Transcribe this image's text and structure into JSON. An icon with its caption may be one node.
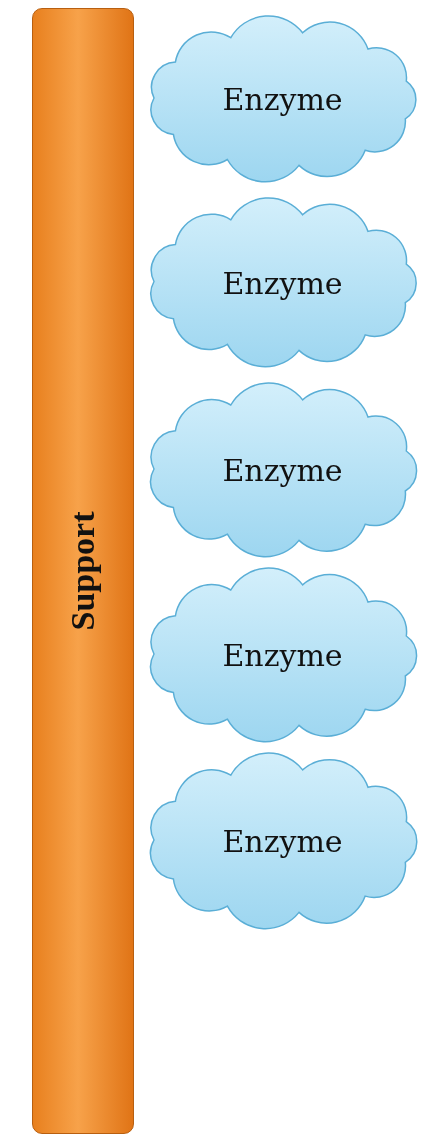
{
  "diagram": {
    "nodes": [
      {
        "text": [
          "Support"
        ]
      },
      {
        "text": [
          "Enzyme"
        ]
      },
      {
        "text": [
          "Enzyme"
        ]
      },
      {
        "text": [
          "Enzyme"
        ]
      },
      {
        "text": [
          "Enzyme"
        ]
      },
      {
        "text": [
          "Enzyme"
        ]
      }
    ]
  }
}
